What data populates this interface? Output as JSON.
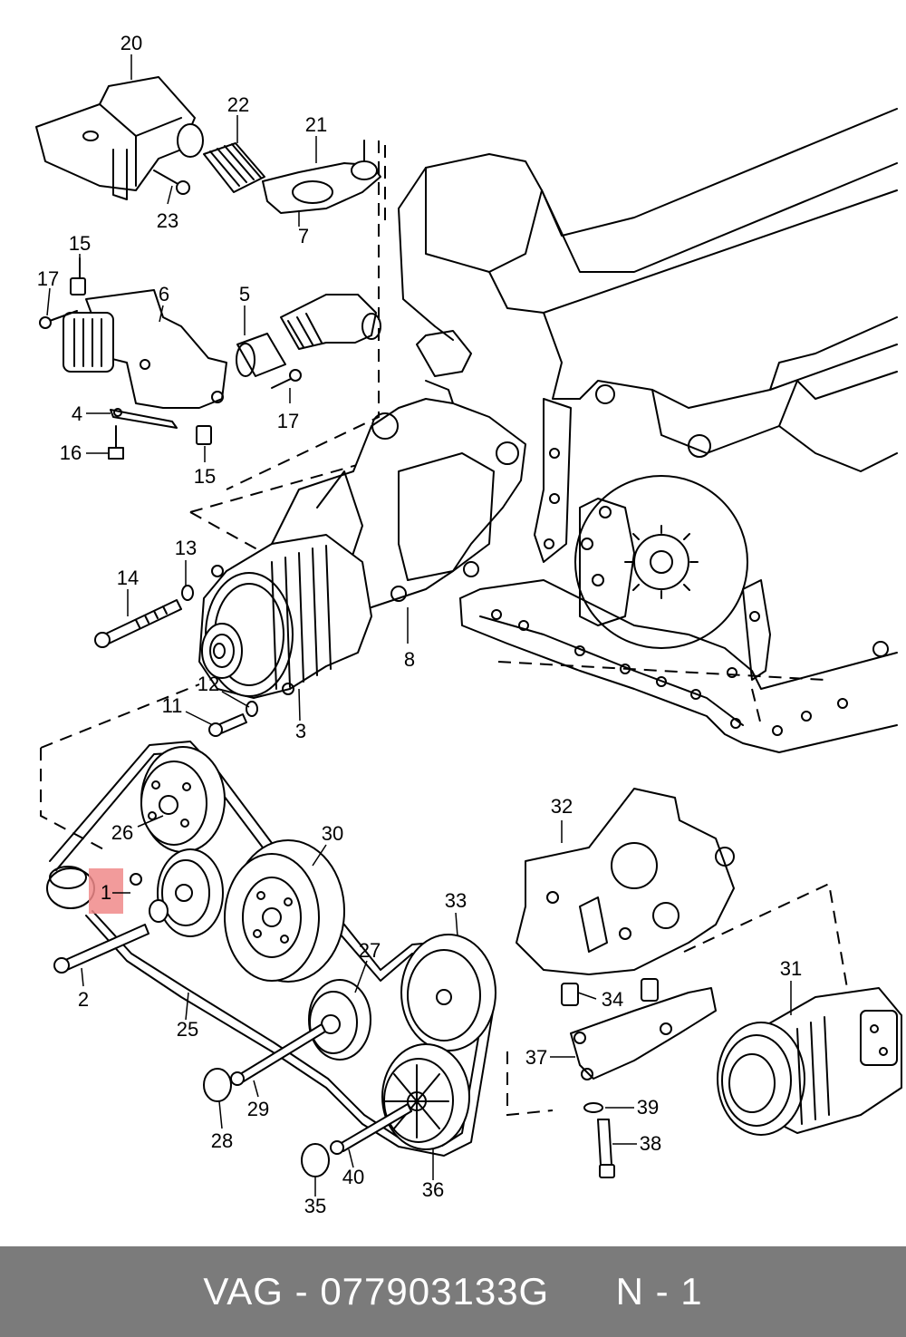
{
  "footer": {
    "brand": "VAG",
    "dash": "-",
    "part_number": "077903133G",
    "note": "N - 1"
  },
  "highlight": {
    "part": "1",
    "color": "#f08a8a"
  },
  "callouts": {
    "c1": "1",
    "c2": "2",
    "c3": "3",
    "c4": "4",
    "c5": "5",
    "c6": "6",
    "c7": "7",
    "c8": "8",
    "c11": "11",
    "c12": "12",
    "c13": "13",
    "c14": "14",
    "c15a": "15",
    "c15b": "15",
    "c16": "16",
    "c17a": "17",
    "c17b": "17",
    "c20": "20",
    "c21": "21",
    "c22": "22",
    "c23": "23",
    "c25": "25",
    "c26": "26",
    "c27": "27",
    "c28": "28",
    "c29": "29",
    "c30": "30",
    "c31": "31",
    "c32": "32",
    "c33": "33",
    "c34": "34",
    "c35": "35",
    "c36": "36",
    "c37": "37",
    "c38": "38",
    "c39": "39",
    "c40": "40"
  }
}
